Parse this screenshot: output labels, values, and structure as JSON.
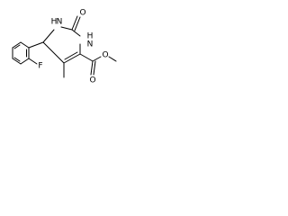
{
  "diagram": {
    "type": "chemical-structure",
    "atom_labels": {
      "fluorine": "F",
      "nh_top": "H",
      "n_top": "N",
      "nh_right": "H",
      "n_right": "N",
      "carbonyl_oxygen": "O",
      "ester_oxygen_carbonyl": "O",
      "ester_oxygen_single": "O"
    }
  }
}
